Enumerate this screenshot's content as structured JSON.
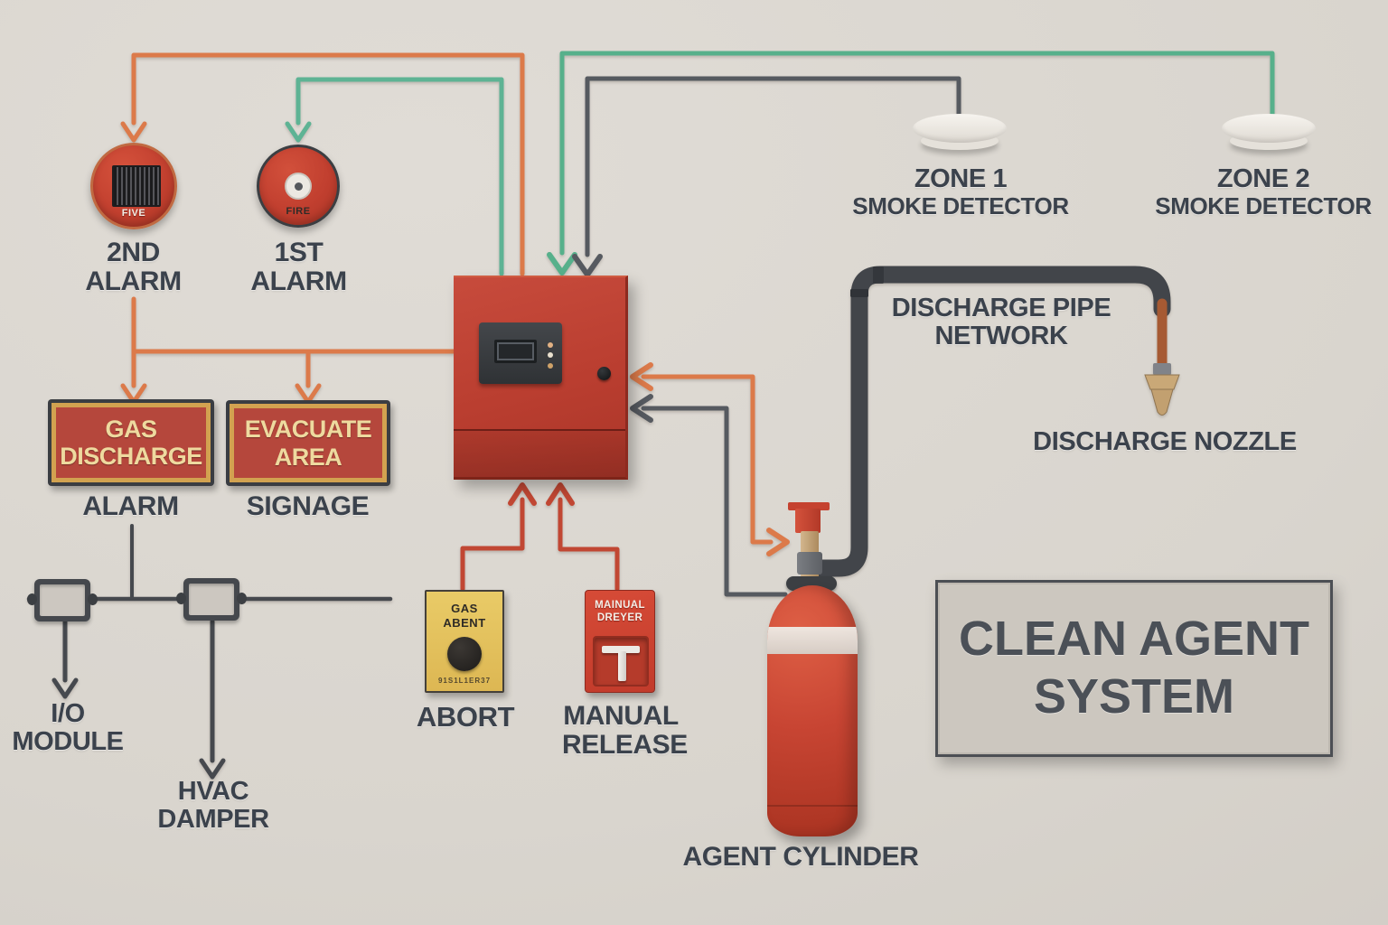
{
  "annunciators": {
    "second_alarm": {
      "bell_text": "FIVE",
      "label_line1": "2ND",
      "label_line2": "ALARM"
    },
    "first_alarm": {
      "bell_text": "FIRE",
      "label_line1": "1ST",
      "label_line2": "ALARM"
    }
  },
  "detectors": {
    "zone1": {
      "label_line1": "ZONE 1",
      "label_line2": "SMOKE DETECTOR"
    },
    "zone2": {
      "label_line1": "ZONE 2",
      "label_line2": "SMOKE DETECTOR"
    }
  },
  "signs": {
    "gas_discharge": {
      "line1": "GAS",
      "line2": "DISCHARGE",
      "caption": "ALARM"
    },
    "evacuate_area": {
      "line1": "EVACUATE",
      "line2": "AREA",
      "caption": "SIGNAGE"
    }
  },
  "outputs": {
    "io_module": {
      "label_line1": "I/O",
      "label_line2": "MODULE"
    },
    "hvac_damper": {
      "label_line1": "HVAC",
      "label_line2": "DAMPER"
    }
  },
  "stations": {
    "abort": {
      "plate_line1": "GAS",
      "plate_line2": "ABENT",
      "plate_fine_print": "91S1L1ER37",
      "caption": "ABORT"
    },
    "manual_release": {
      "plate_line1": "MAINUAL",
      "plate_line2": "DREYER",
      "caption_line1": "MANUAL",
      "caption_line2": "RELEASE"
    }
  },
  "suppression": {
    "agent_cylinder": {
      "caption": "AGENT CYLINDER"
    },
    "pipe_network": {
      "label_line1": "DISCHARGE PIPE",
      "label_line2": "NETWORK"
    },
    "discharge_nozzle": {
      "caption": "DISCHARGE NOZZLE"
    }
  },
  "title_sign": {
    "line1": "CLEAN AGENT",
    "line2": "SYSTEM"
  },
  "colors": {
    "wall": "#d9d5ce",
    "wire_orange": "#dc7a4a",
    "wire_green_teal": "#5eb394",
    "wire_gray": "#565a60",
    "wire_red": "#c14733",
    "wire_dark_output": "#46494e",
    "panel_red": "#ba3e30",
    "sign_field_red": "#b5473c",
    "sign_gold_border": "#d2a250",
    "sign_cream_text": "#eeda9f",
    "abort_yellow": "#e0bd58",
    "pipe_dark": "#42454a",
    "pipe_copper": "#a65a33",
    "nozzle_brass": "#c9a877",
    "label_text": "#3b424c"
  }
}
